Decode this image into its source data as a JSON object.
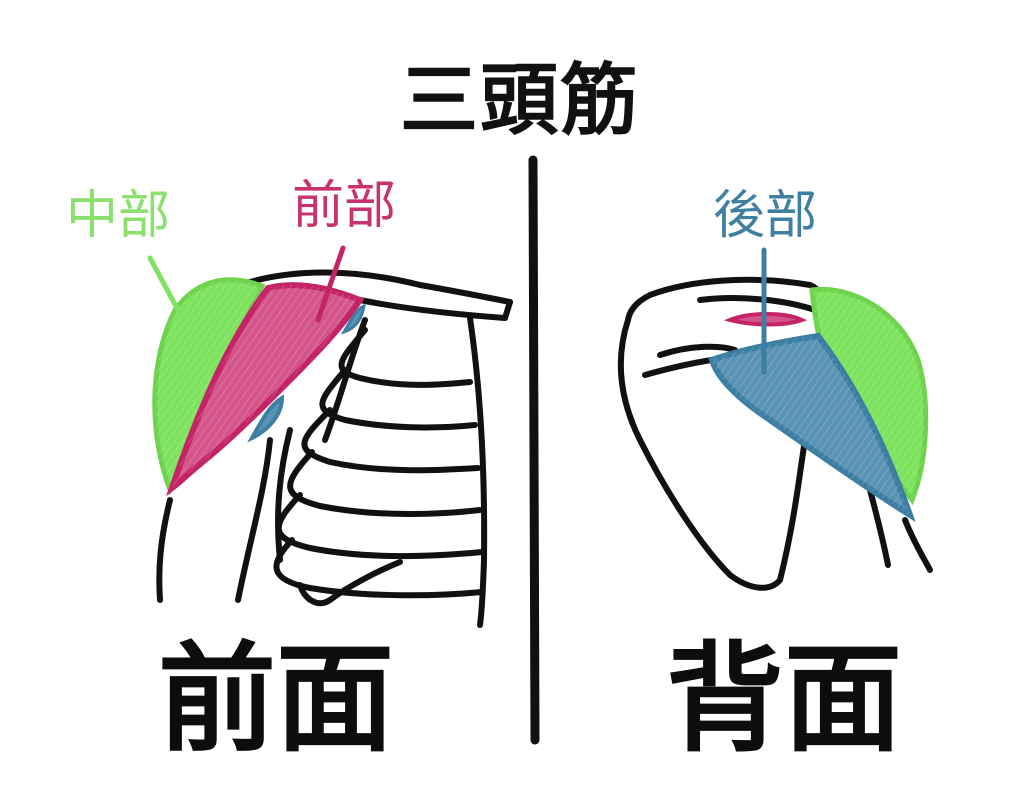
{
  "title": "三頭筋",
  "labels": {
    "middle": "中部",
    "anterior": "前部",
    "posterior": "後部"
  },
  "views": {
    "front": "前面",
    "back": "背面"
  },
  "colors": {
    "middle": "#7ee35e",
    "anterior": "#cf2f72",
    "posterior": "#3d7fa4",
    "middle_label": "#8be06e",
    "anterior_label": "#c8336f",
    "posterior_label": "#3f7fa1",
    "ink": "#111111"
  }
}
